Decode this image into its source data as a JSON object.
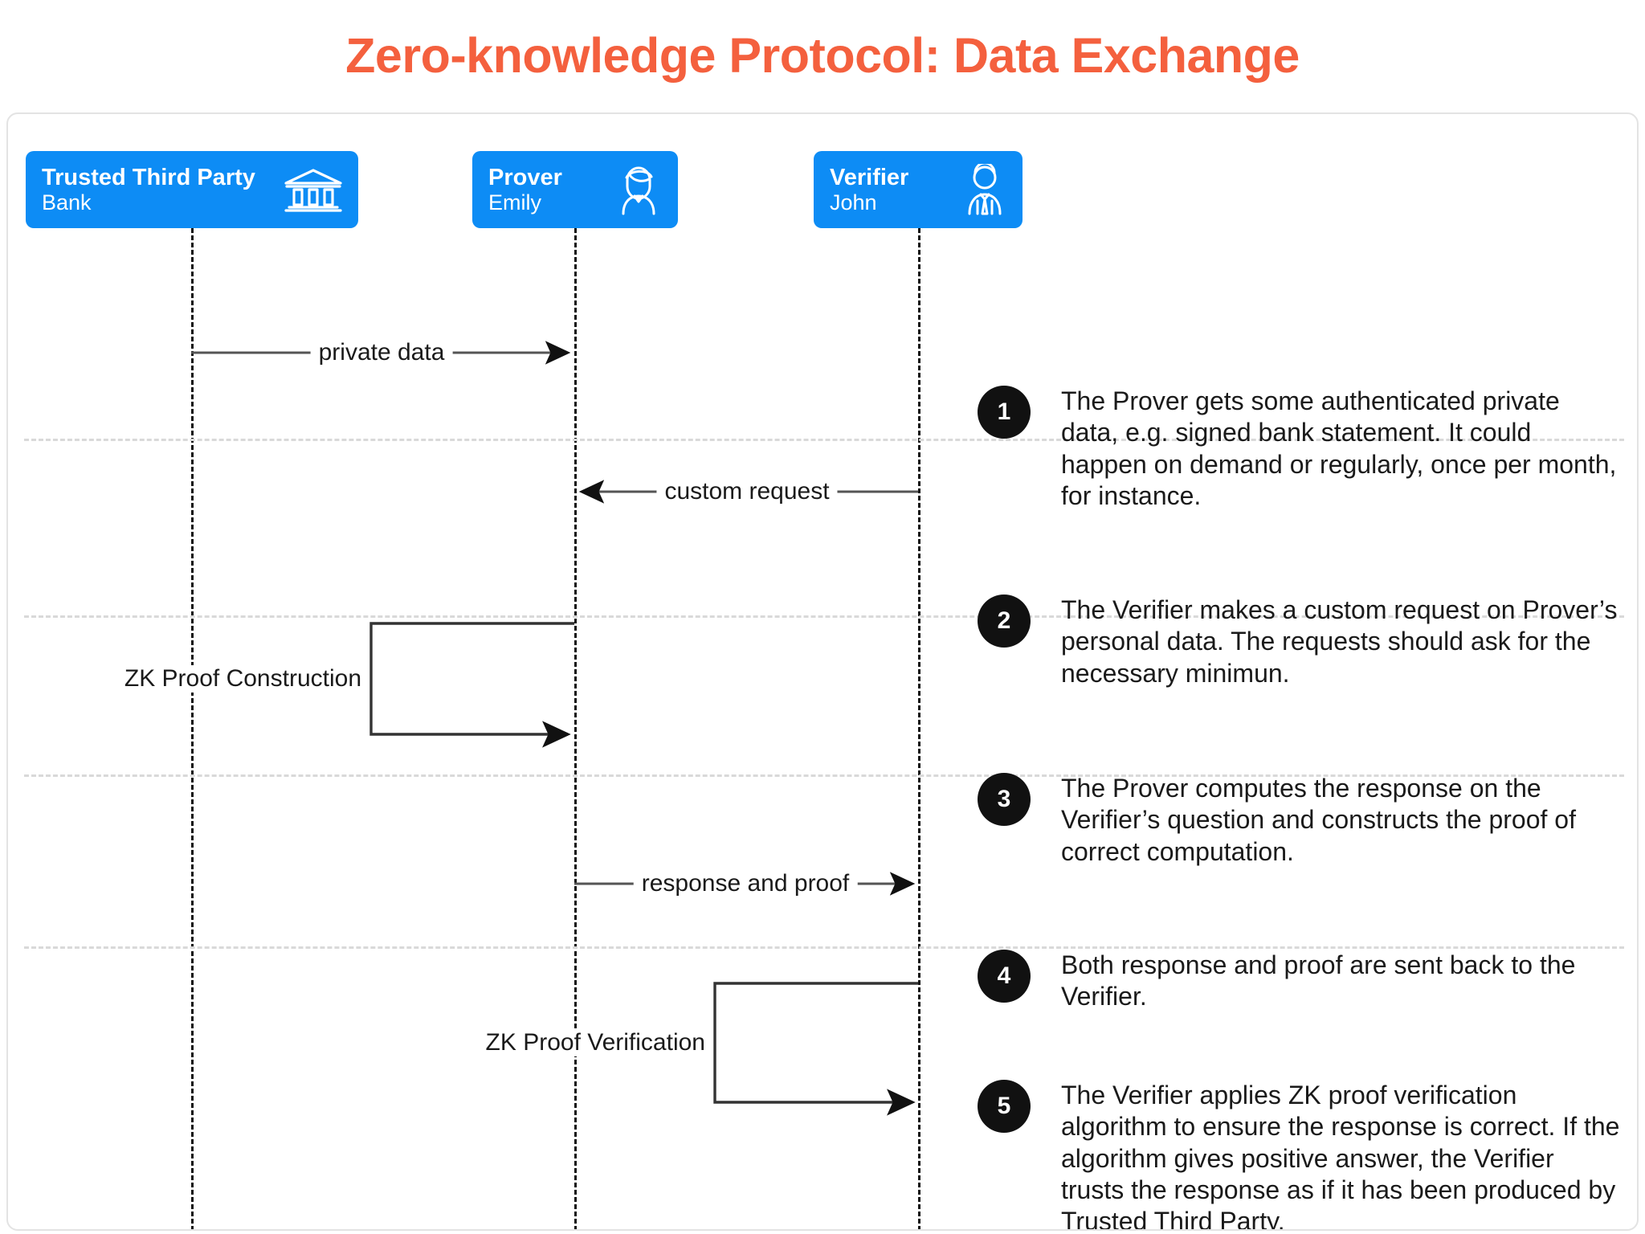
{
  "title": "Zero-knowledge Protocol: Data Exchange",
  "colors": {
    "title": "#f4603e",
    "participant_box": "#0d8cf5",
    "badge": "#111111",
    "lifeline": "#111111",
    "separator": "#d9d9d9",
    "card_border": "#e3e3e3"
  },
  "participants": [
    {
      "role": "Trusted Third Party",
      "name": "Bank",
      "icon": "bank-icon"
    },
    {
      "role": "Prover",
      "name": "Emily",
      "icon": "female-avatar-icon"
    },
    {
      "role": "Verifier",
      "name": "John",
      "icon": "male-avatar-icon"
    }
  ],
  "messages": [
    {
      "label": "private data",
      "from": "Trusted Third Party",
      "to": "Prover",
      "direction": "right",
      "kind": "arrow"
    },
    {
      "label": "custom request",
      "from": "Verifier",
      "to": "Prover",
      "direction": "left",
      "kind": "arrow"
    },
    {
      "label": "ZK Proof Construction",
      "from": "Prover",
      "to": "Prover",
      "direction": "self",
      "kind": "self-loop"
    },
    {
      "label": "response and proof",
      "from": "Prover",
      "to": "Verifier",
      "direction": "right",
      "kind": "arrow"
    },
    {
      "label": "ZK Proof Verification",
      "from": "Verifier",
      "to": "Verifier",
      "direction": "self",
      "kind": "self-loop"
    }
  ],
  "steps": [
    {
      "number": "1",
      "text": "The Prover gets some authenticated private data, e.g. signed bank statement. It could happen on demand or regularly, once per month, for instance."
    },
    {
      "number": "2",
      "text": "The Verifier makes a custom request on Prover’s personal data. The requests should ask for the necessary minimun."
    },
    {
      "number": "3",
      "text": "The Prover computes the response on the Verifier’s question and constructs the proof of correct computation."
    },
    {
      "number": "4",
      "text": "Both response and proof are sent back to the Verifier."
    },
    {
      "number": "5",
      "text": "The Verifier applies ZK proof verification algorithm to ensure the response is correct. If the algorithm gives positive answer, the Verifier trusts the response as if it has been produced by Trusted Third Party."
    }
  ]
}
